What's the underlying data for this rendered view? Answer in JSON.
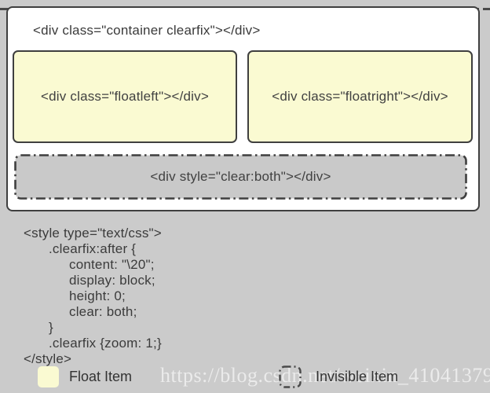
{
  "diagram": {
    "container": {
      "label": "<div class=\"container clearfix\"></div>"
    },
    "float_left": {
      "label": "<div class=\"floatleft\"></div>"
    },
    "float_right": {
      "label": "<div class=\"floatright\"></div>"
    },
    "clear_both": {
      "label": "<div style=\"clear:both\"></div>"
    }
  },
  "code": {
    "lines": [
      "<style type=\"text/css\">",
      ".clearfix:after {",
      "content: \"\\20\";",
      "display: block;",
      "height: 0;",
      "clear: both;",
      "}",
      ".clearfix {zoom: 1;}",
      "</style>"
    ]
  },
  "legend": {
    "float_item": "Float Item",
    "invisible_item": "Invisible Item"
  },
  "watermark_text": "https://blog.csdn.net/weixin_41041379",
  "colors": {
    "background": "#cbcbcb",
    "container_fill": "#ffffff",
    "float_fill": "#fafad2",
    "invisible_fill": "#c9c9c9",
    "border": "#3f3f3f"
  }
}
